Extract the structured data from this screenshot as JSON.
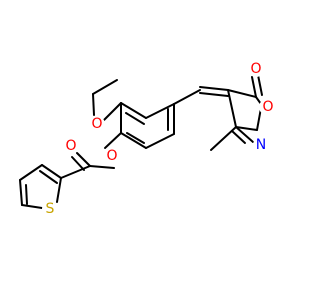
{
  "molecule": {
    "atoms": {
      "carbonyl_o_ring": "O",
      "ring_o": "O",
      "ring_n": "N",
      "ethoxy_o": "O",
      "ester_o": "O",
      "carbonyl_o_ester": "O",
      "thiophene_s": "S"
    },
    "colors": {
      "bond": "#000000",
      "oxygen": "#ff0000",
      "nitrogen": "#0000ff",
      "sulfur": "#c8a400"
    }
  }
}
